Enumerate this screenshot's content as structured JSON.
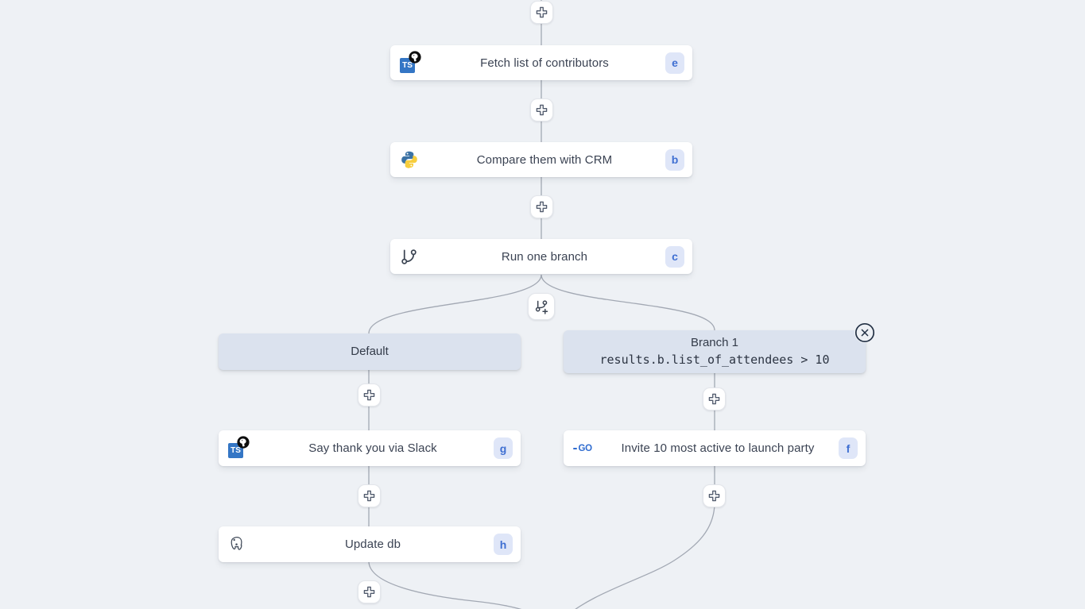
{
  "colors": {
    "canvas_bg": "#eef1f5",
    "edge": "#a2a8b3",
    "node_bg": "#ffffff",
    "branch_header_bg": "#dbe2ee",
    "badge_bg": "#dfe6f8",
    "badge_text": "#3f6fd2",
    "label_text": "#3b4353"
  },
  "flow": {
    "nodes": [
      {
        "label": "Fetch list of contributors",
        "badge": "e",
        "icon": "typescript-deno-icon"
      },
      {
        "label": "Compare them with CRM",
        "badge": "b",
        "icon": "python-icon"
      },
      {
        "label": "Run one branch",
        "badge": "c",
        "icon": "git-branch-icon"
      },
      {
        "label": "Say thank you via Slack",
        "badge": "g",
        "icon": "typescript-deno-icon"
      },
      {
        "label": "Update db",
        "badge": "h",
        "icon": "postgresql-icon"
      },
      {
        "label": "Invite 10 most active to launch party",
        "badge": "f",
        "icon": "go-icon"
      }
    ],
    "branches": {
      "default_label": "Default",
      "branch1_title": "Branch 1",
      "branch1_condition": "results.b.list_of_attendees > 10"
    }
  },
  "icons": {
    "typescript_label": "TS",
    "go_label": "GO"
  }
}
